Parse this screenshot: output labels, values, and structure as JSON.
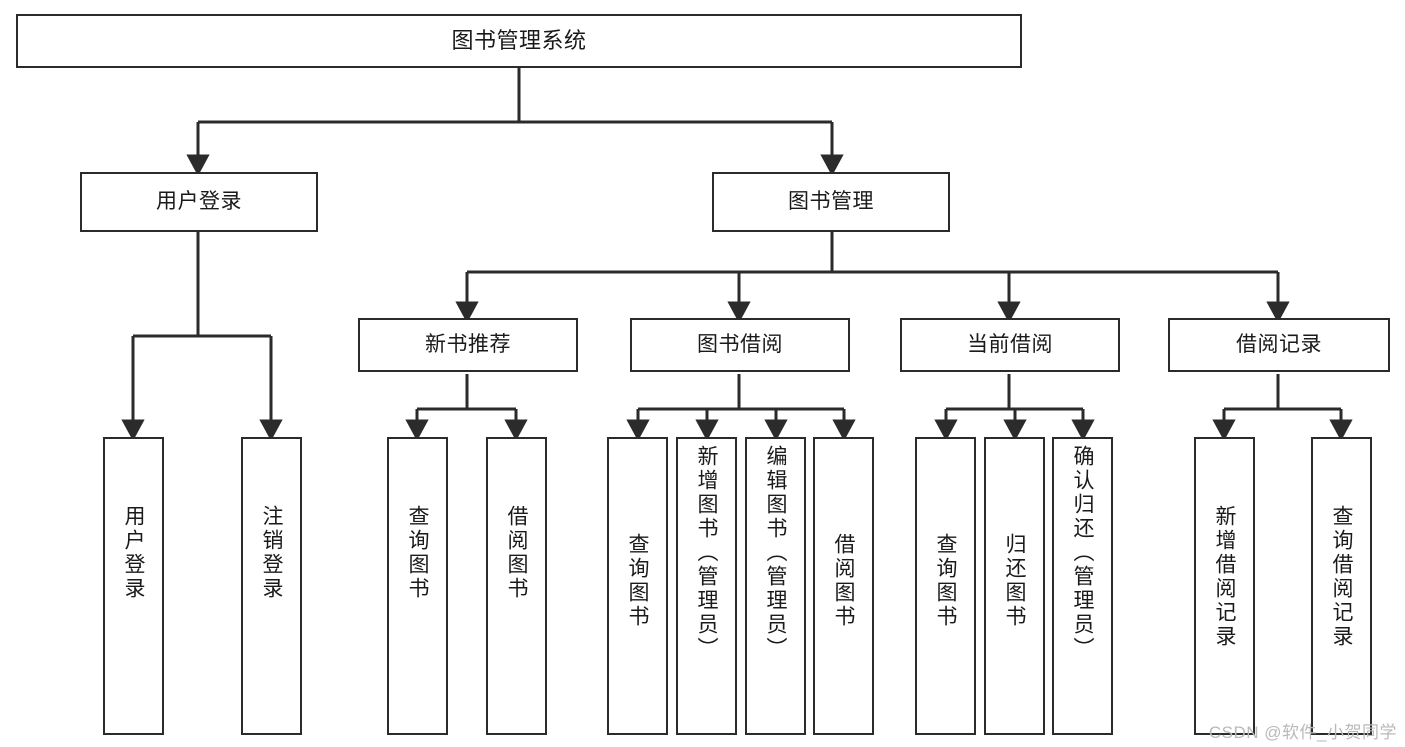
{
  "diagram": {
    "title": "图书管理系统",
    "type": "hierarchy-tree",
    "root": {
      "id": "root",
      "label": "图书管理系统",
      "orientation": "horizontal"
    },
    "level2": [
      {
        "id": "user-login",
        "label": "用户登录",
        "orientation": "horizontal"
      },
      {
        "id": "book-management",
        "label": "图书管理",
        "orientation": "horizontal"
      }
    ],
    "level3": [
      {
        "id": "new-book-recommend",
        "label": "新书推荐",
        "orientation": "horizontal",
        "parent": "book-management"
      },
      {
        "id": "book-borrow",
        "label": "图书借阅",
        "orientation": "horizontal",
        "parent": "book-management"
      },
      {
        "id": "current-borrow",
        "label": "当前借阅",
        "orientation": "horizontal",
        "parent": "book-management"
      },
      {
        "id": "borrow-record",
        "label": "借阅记录",
        "orientation": "horizontal",
        "parent": "book-management"
      }
    ],
    "leaves": [
      {
        "id": "leaf-user-login",
        "label": "用户登录",
        "parent": "user-login",
        "orientation": "vertical"
      },
      {
        "id": "leaf-user-logout",
        "label": "注销登录",
        "parent": "user-login",
        "orientation": "vertical"
      },
      {
        "id": "leaf-query-book-1",
        "label": "查询图书",
        "parent": "new-book-recommend",
        "orientation": "vertical"
      },
      {
        "id": "leaf-borrow-book-1",
        "label": "借阅图书",
        "parent": "new-book-recommend",
        "orientation": "vertical"
      },
      {
        "id": "leaf-query-book-2",
        "label": "查询图书",
        "parent": "book-borrow",
        "orientation": "vertical"
      },
      {
        "id": "leaf-add-book-admin",
        "label": "新增图书（管理员）",
        "parent": "book-borrow",
        "orientation": "vertical"
      },
      {
        "id": "leaf-edit-book-admin",
        "label": "编辑图书（管理员）",
        "parent": "book-borrow",
        "orientation": "vertical"
      },
      {
        "id": "leaf-borrow-book-2",
        "label": "借阅图书",
        "parent": "book-borrow",
        "orientation": "vertical"
      },
      {
        "id": "leaf-query-book-3",
        "label": "查询图书",
        "parent": "current-borrow",
        "orientation": "vertical"
      },
      {
        "id": "leaf-return-book",
        "label": "归还图书",
        "parent": "current-borrow",
        "orientation": "vertical"
      },
      {
        "id": "leaf-confirm-return-admin",
        "label": "确认归还（管理员）",
        "parent": "current-borrow",
        "orientation": "vertical"
      },
      {
        "id": "leaf-add-borrow-record",
        "label": "新增借阅记录",
        "parent": "borrow-record",
        "orientation": "vertical"
      },
      {
        "id": "leaf-query-borrow-record",
        "label": "查询借阅记录",
        "parent": "borrow-record",
        "orientation": "vertical"
      }
    ]
  },
  "watermark": {
    "text": "CSDN @软件_小贺同学"
  },
  "colors": {
    "stroke": "#2b2b2b",
    "box_fill": "#ffffff",
    "text": "#1a1a1a",
    "background": "#ffffff",
    "watermark": "#b9b9b9"
  }
}
